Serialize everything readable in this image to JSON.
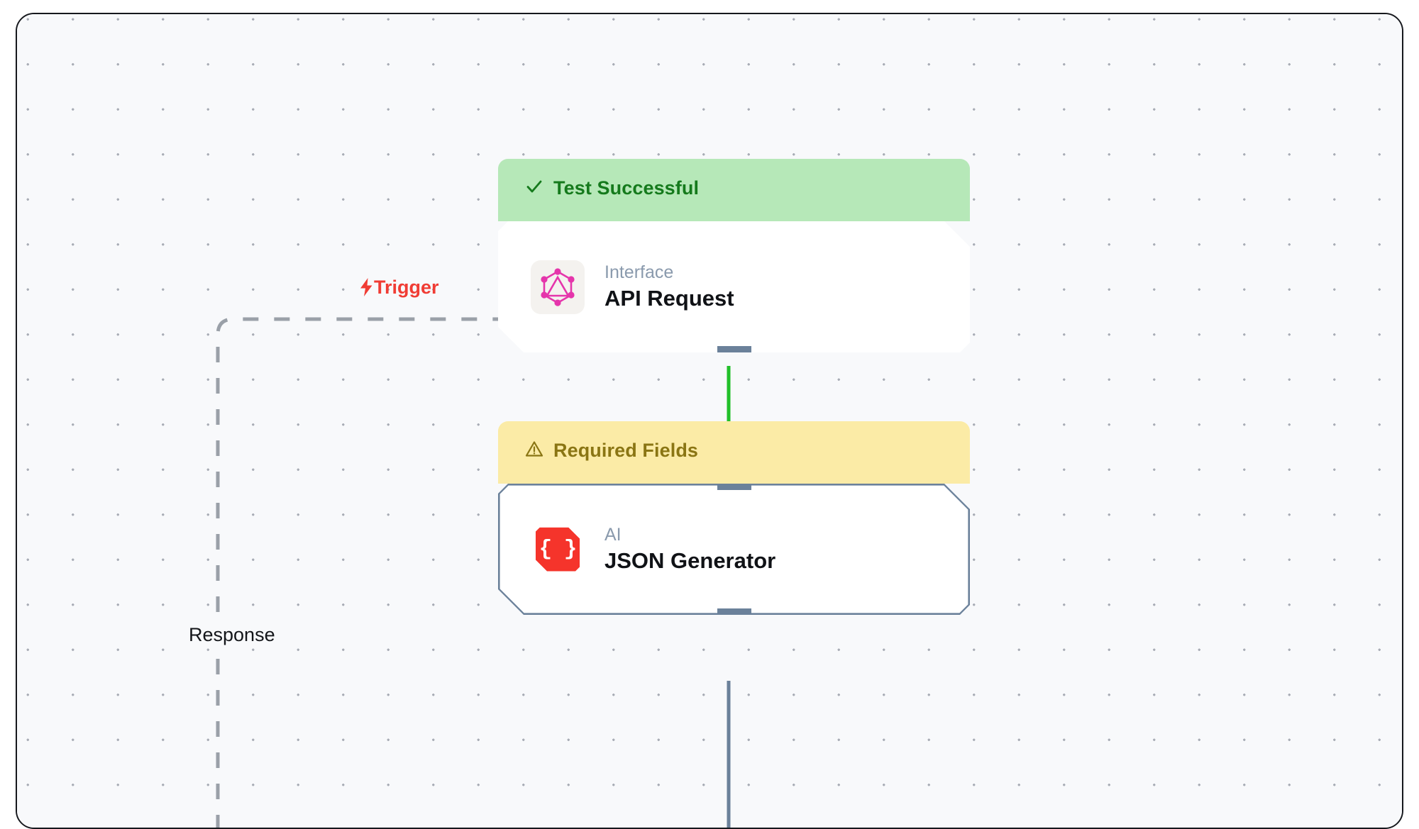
{
  "canvas": {
    "background_color": "#f8f9fb",
    "grid": "dot-grid",
    "frame_color": "#16181d"
  },
  "edges": [
    {
      "name": "trigger-edge",
      "label": "Trigger",
      "icon": "lightning-bolt-icon",
      "icon_glyph": "⚡",
      "style": "dashed",
      "color": "#9aa0a8",
      "label_color": "#f03c34"
    },
    {
      "name": "response-edge",
      "label": "Response",
      "style": "dashed",
      "color": "#9aa0a8",
      "label_color": "#14161a"
    },
    {
      "name": "api-to-json-edge",
      "label": "",
      "style": "solid",
      "color": "#22c02a"
    },
    {
      "name": "json-output-edge",
      "label": "",
      "style": "solid",
      "color": "#6b819a"
    }
  ],
  "nodes": [
    {
      "id": "api-request",
      "status": {
        "text": "Test Successful",
        "icon": "check-icon",
        "icon_glyph": "✓",
        "variant": "success",
        "bg_color": "#b6e8b8",
        "text_color": "#157a1c"
      },
      "icon": "graphql-icon",
      "icon_color": "#e535ab",
      "kind": "Interface",
      "title": "API Request"
    },
    {
      "id": "json-generator",
      "status": {
        "text": "Required Fields",
        "icon": "warning-triangle-icon",
        "icon_glyph": "⚠",
        "variant": "warning",
        "bg_color": "#fbeba6",
        "text_color": "#8a7513"
      },
      "icon": "json-braces-icon",
      "icon_glyph": "{ }",
      "icon_color": "#f5342b",
      "kind": "AI",
      "title": "JSON Generator"
    }
  ]
}
